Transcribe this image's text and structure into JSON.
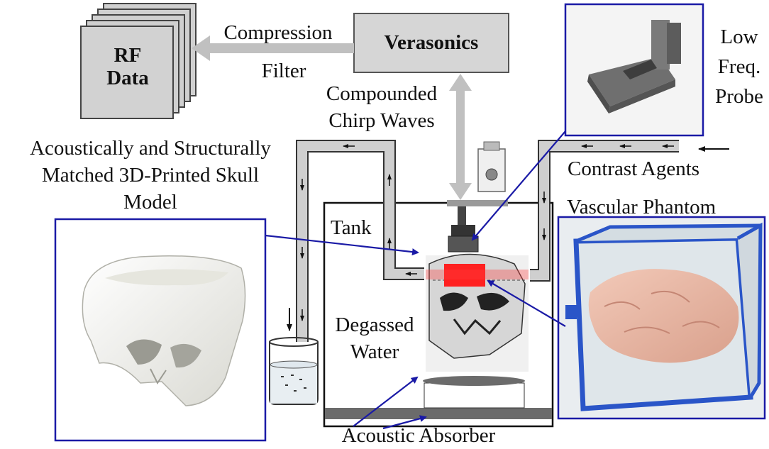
{
  "rf_data": {
    "line1": "RF",
    "line2": "Data"
  },
  "verasonics": {
    "label": "Verasonics"
  },
  "compression": {
    "line1": "Compression",
    "line2": "Filter"
  },
  "chirp": {
    "line1": "Compounded",
    "line2": "Chirp Waves"
  },
  "probe": {
    "line1": "Low",
    "line2": "Freq.",
    "line3": "Probe"
  },
  "skull": {
    "line1": "Acoustically and Structurally",
    "line2": "Matched 3D-Printed Skull",
    "line3": "Model"
  },
  "contrast": {
    "label": "Contrast Agents"
  },
  "vascular": {
    "label": "Vascular Phantom"
  },
  "tank": {
    "label": "Tank"
  },
  "water": {
    "line1": "Degassed",
    "line2": "Water"
  },
  "absorber": {
    "label": "Acoustic Absorber"
  },
  "colors": {
    "accent_blue": "#1a1aa6",
    "pipe_gray": "#c8c8c8",
    "box_gray": "#d6d6d6",
    "highlight_red": "#ff2020"
  }
}
